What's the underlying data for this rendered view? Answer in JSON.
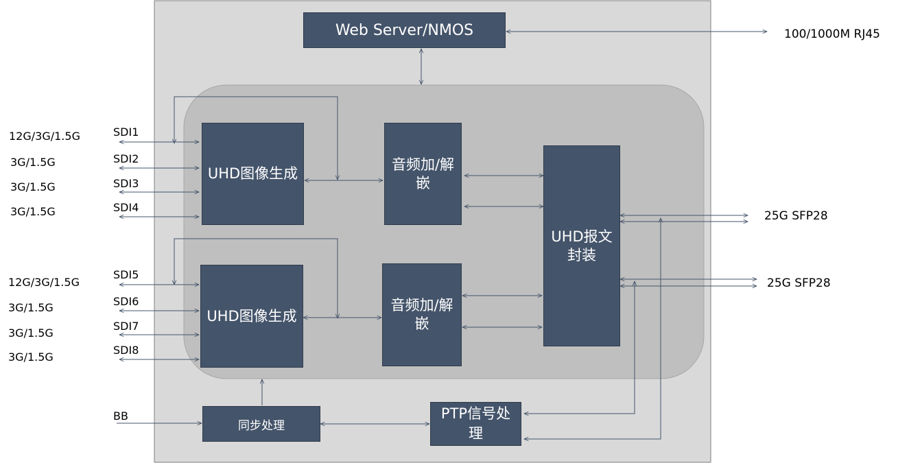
{
  "blocks": {
    "web_server": "Web Server/NMOS",
    "uhd_gen_1": "UHD图像生成",
    "uhd_gen_2": "UHD图像生成",
    "audio_1": "音频加/解嵌",
    "audio_2": "音频加/解嵌",
    "uhd_pack": "UHD报文封装",
    "sync": "同步处理",
    "ptp": "PTP信号处理"
  },
  "ports": {
    "rj45": "100/1000M  RJ45",
    "sfp_1": "25G  SFP28",
    "sfp_2": "25G  SFP28",
    "bb": "BB"
  },
  "sdi_group_1": [
    {
      "name": "SDI1",
      "rate": "12G/3G/1.5G"
    },
    {
      "name": "SDI2",
      "rate": "3G/1.5G"
    },
    {
      "name": "SDI3",
      "rate": "3G/1.5G"
    },
    {
      "name": "SDI4",
      "rate": "3G/1.5G"
    }
  ],
  "sdi_group_2": [
    {
      "name": "SDI5",
      "rate": "12G/3G/1.5G"
    },
    {
      "name": "SDI6",
      "rate": "3G/1.5G"
    },
    {
      "name": "SDI7",
      "rate": "3G/1.5G"
    },
    {
      "name": "SDI8",
      "rate": "3G/1.5G"
    }
  ],
  "colors": {
    "block_fill": "#44546a",
    "outer_fill": "#d9d9d9",
    "inner_fill": "#bfbfbf",
    "line": "#44546a"
  }
}
